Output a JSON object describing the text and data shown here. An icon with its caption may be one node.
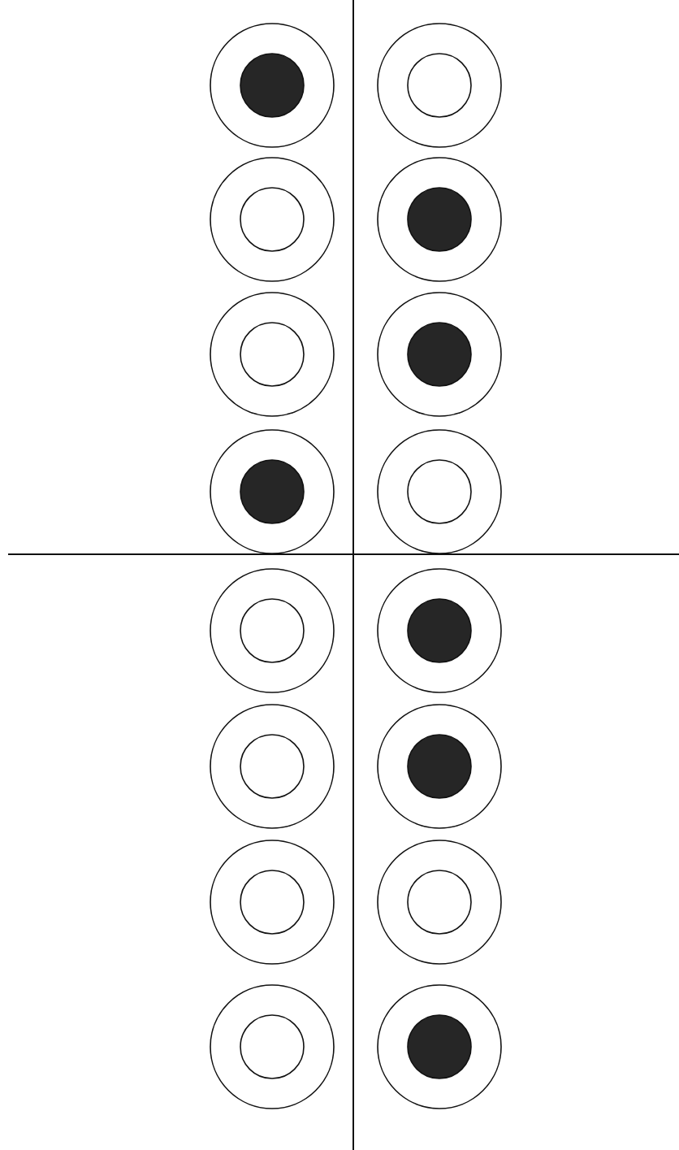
{
  "diagram": {
    "nodes": [
      {
        "text": [],
        "shape": "circle"
      },
      {
        "text": [],
        "shape": "dot",
        "in": 0
      },
      {
        "text": [],
        "shape": "circle"
      },
      {
        "text": [],
        "shape": "circle",
        "in": 2
      },
      {
        "text": [],
        "shape": "circle"
      },
      {
        "text": [],
        "shape": "circle",
        "in": 4
      },
      {
        "text": [],
        "shape": "circle"
      },
      {
        "text": [],
        "shape": "dot",
        "in": 6
      },
      {
        "text": [],
        "shape": "circle"
      },
      {
        "text": [],
        "shape": "circle",
        "in": 8
      },
      {
        "text": [],
        "shape": "circle"
      },
      {
        "text": [],
        "shape": "dot",
        "in": 10
      },
      {
        "text": [],
        "shape": "circle"
      },
      {
        "text": [],
        "shape": "dot",
        "in": 12
      },
      {
        "text": [],
        "shape": "circle"
      },
      {
        "text": [],
        "shape": "circle",
        "in": 14
      },
      {
        "text": [],
        "shape": "circle"
      },
      {
        "text": [],
        "shape": "circle",
        "in": 16
      },
      {
        "text": [],
        "shape": "circle"
      },
      {
        "text": [],
        "shape": "dot",
        "in": 18
      },
      {
        "text": [],
        "shape": "circle"
      },
      {
        "text": [],
        "shape": "circle",
        "in": 20
      },
      {
        "text": [],
        "shape": "circle"
      },
      {
        "text": [],
        "shape": "dot",
        "in": 22
      },
      {
        "text": [],
        "shape": "circle"
      },
      {
        "text": [],
        "shape": "circle",
        "in": 24
      },
      {
        "text": [],
        "shape": "circle"
      },
      {
        "text": [],
        "shape": "circle",
        "in": 26
      },
      {
        "text": [],
        "shape": "circle"
      },
      {
        "text": [],
        "shape": "circle",
        "in": 28
      },
      {
        "text": [],
        "shape": "circle"
      },
      {
        "text": [],
        "shape": "dot",
        "in": 30
      }
    ]
  }
}
